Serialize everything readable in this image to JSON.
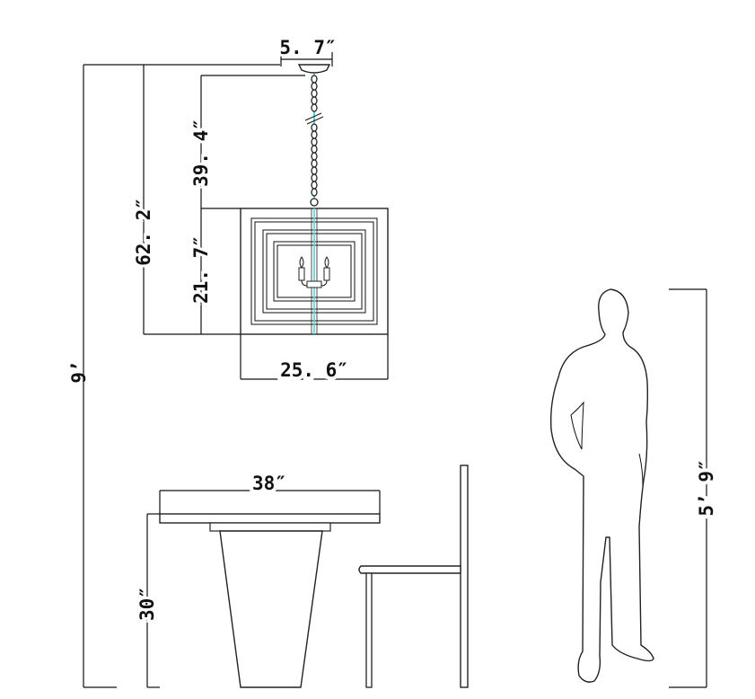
{
  "dimensions": {
    "canopy_width": "5. 7″",
    "chain_length": "39. 4″",
    "overall_drop": "62. 2″",
    "fixture_height": "21. 7″",
    "fixture_width": "25. 6″",
    "ceiling_height": "9’",
    "table_width": "38″",
    "table_height": "30″",
    "person_height": "5’ 9″"
  },
  "colors": {
    "line": "#111111",
    "chain_highlight": "#4fd6d6"
  }
}
